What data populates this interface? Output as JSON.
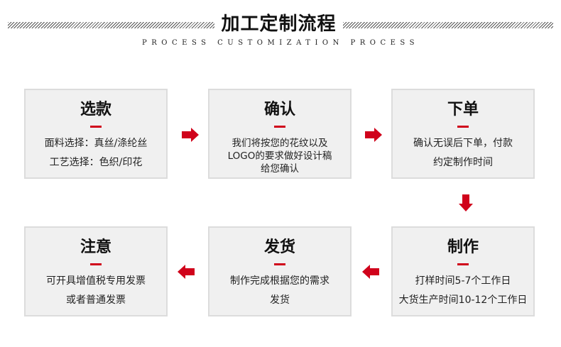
{
  "header": {
    "title": "加工定制流程",
    "subtitle": "PROCESS CUSTOMIZATION PROCESS"
  },
  "steps": [
    {
      "title": "选款",
      "lines": [
        "面料选择：真丝/涤纶丝",
        "工艺选择：色织/印花"
      ]
    },
    {
      "title": "确认",
      "lines": [
        "我们将按您的花纹以及",
        "LOGO的要求做好设计稿",
        "给您确认"
      ]
    },
    {
      "title": "下单",
      "lines": [
        "确认无误后下单，付款",
        "约定制作时间"
      ]
    },
    {
      "title": "制作",
      "lines": [
        "打样时间5-7个工作日",
        "大货生产时间10-12个工作日"
      ]
    },
    {
      "title": "发货",
      "lines": [
        "制作完成根据您的需求",
        "发货"
      ]
    },
    {
      "title": "注意",
      "lines": [
        "可开具增值税专用发票",
        "或者普通发票"
      ]
    }
  ],
  "colors": {
    "accent": "#d0021b",
    "box_bg": "#f0f0f0",
    "box_border": "#dcdcdc"
  },
  "icons": [
    "arrow-right-icon",
    "arrow-down-icon",
    "arrow-left-icon"
  ]
}
